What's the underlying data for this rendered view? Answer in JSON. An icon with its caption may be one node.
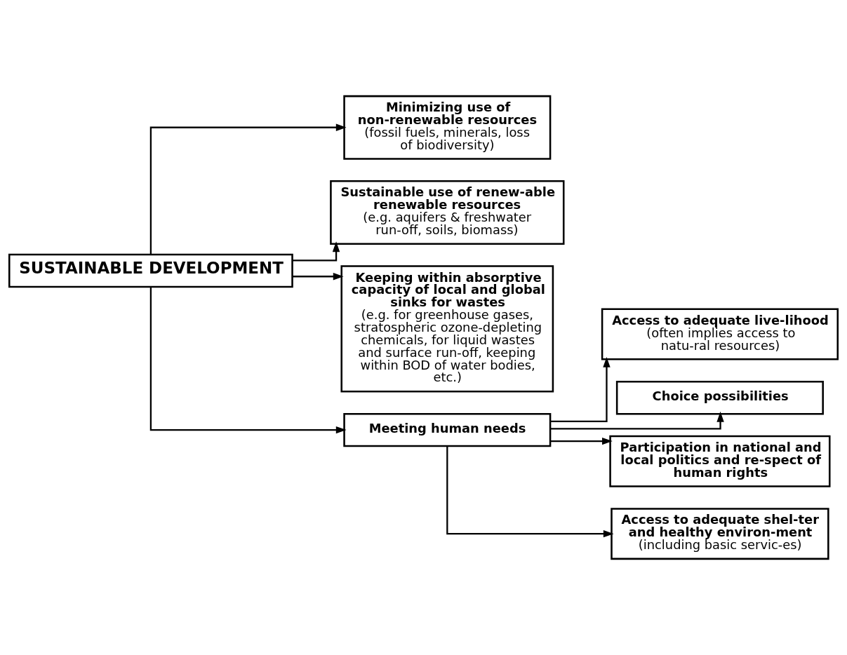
{
  "diagram": {
    "nodes": [
      {
        "text": [
          "SUSTAINABLE DEVELOPMENT"
        ]
      },
      {
        "text": [
          "Minimizing use of non-renewable resources",
          "(fossil fuels, minerals, loss of biodiversity)"
        ]
      },
      {
        "text": [
          "Sustainable use of renew-able renewable resources",
          "(e.g. aquifers & freshwater run-off, soils, biomass)"
        ]
      },
      {
        "text": [
          "Keeping within absorptive capacity of local and global sinks for wastes",
          "(e.g. for greenhouse gases, stratospheric ozone-depleting chemicals, for liquid wastes and surface run-off, keeping within BOD of water bodies, etc.)"
        ]
      },
      {
        "text": [
          "Meeting human needs"
        ]
      },
      {
        "text": [
          "Access to adequate live-lihood",
          "(often implies access to natu-ral resources)"
        ]
      },
      {
        "text": [
          "Choice possibilities"
        ]
      },
      {
        "text": [
          "Participation in national and local politics and re-spect of human rights"
        ]
      },
      {
        "text": [
          "Access to adequate shel-ter and healthy environ-ment",
          "(including basic servic-es)"
        ]
      }
    ],
    "edges": [
      {
        "from": 0,
        "to": 1,
        "arrow": "to"
      },
      {
        "from": 0,
        "to": 2,
        "arrow": "to"
      },
      {
        "from": 0,
        "to": 3,
        "arrow": "to"
      },
      {
        "from": 0,
        "to": 4,
        "arrow": "to"
      },
      {
        "from": 4,
        "to": 5,
        "arrow": "to"
      },
      {
        "from": 4,
        "to": 6,
        "arrow": "to"
      },
      {
        "from": 4,
        "to": 7,
        "arrow": "to"
      },
      {
        "from": 4,
        "to": 8,
        "arrow": "to"
      }
    ]
  }
}
